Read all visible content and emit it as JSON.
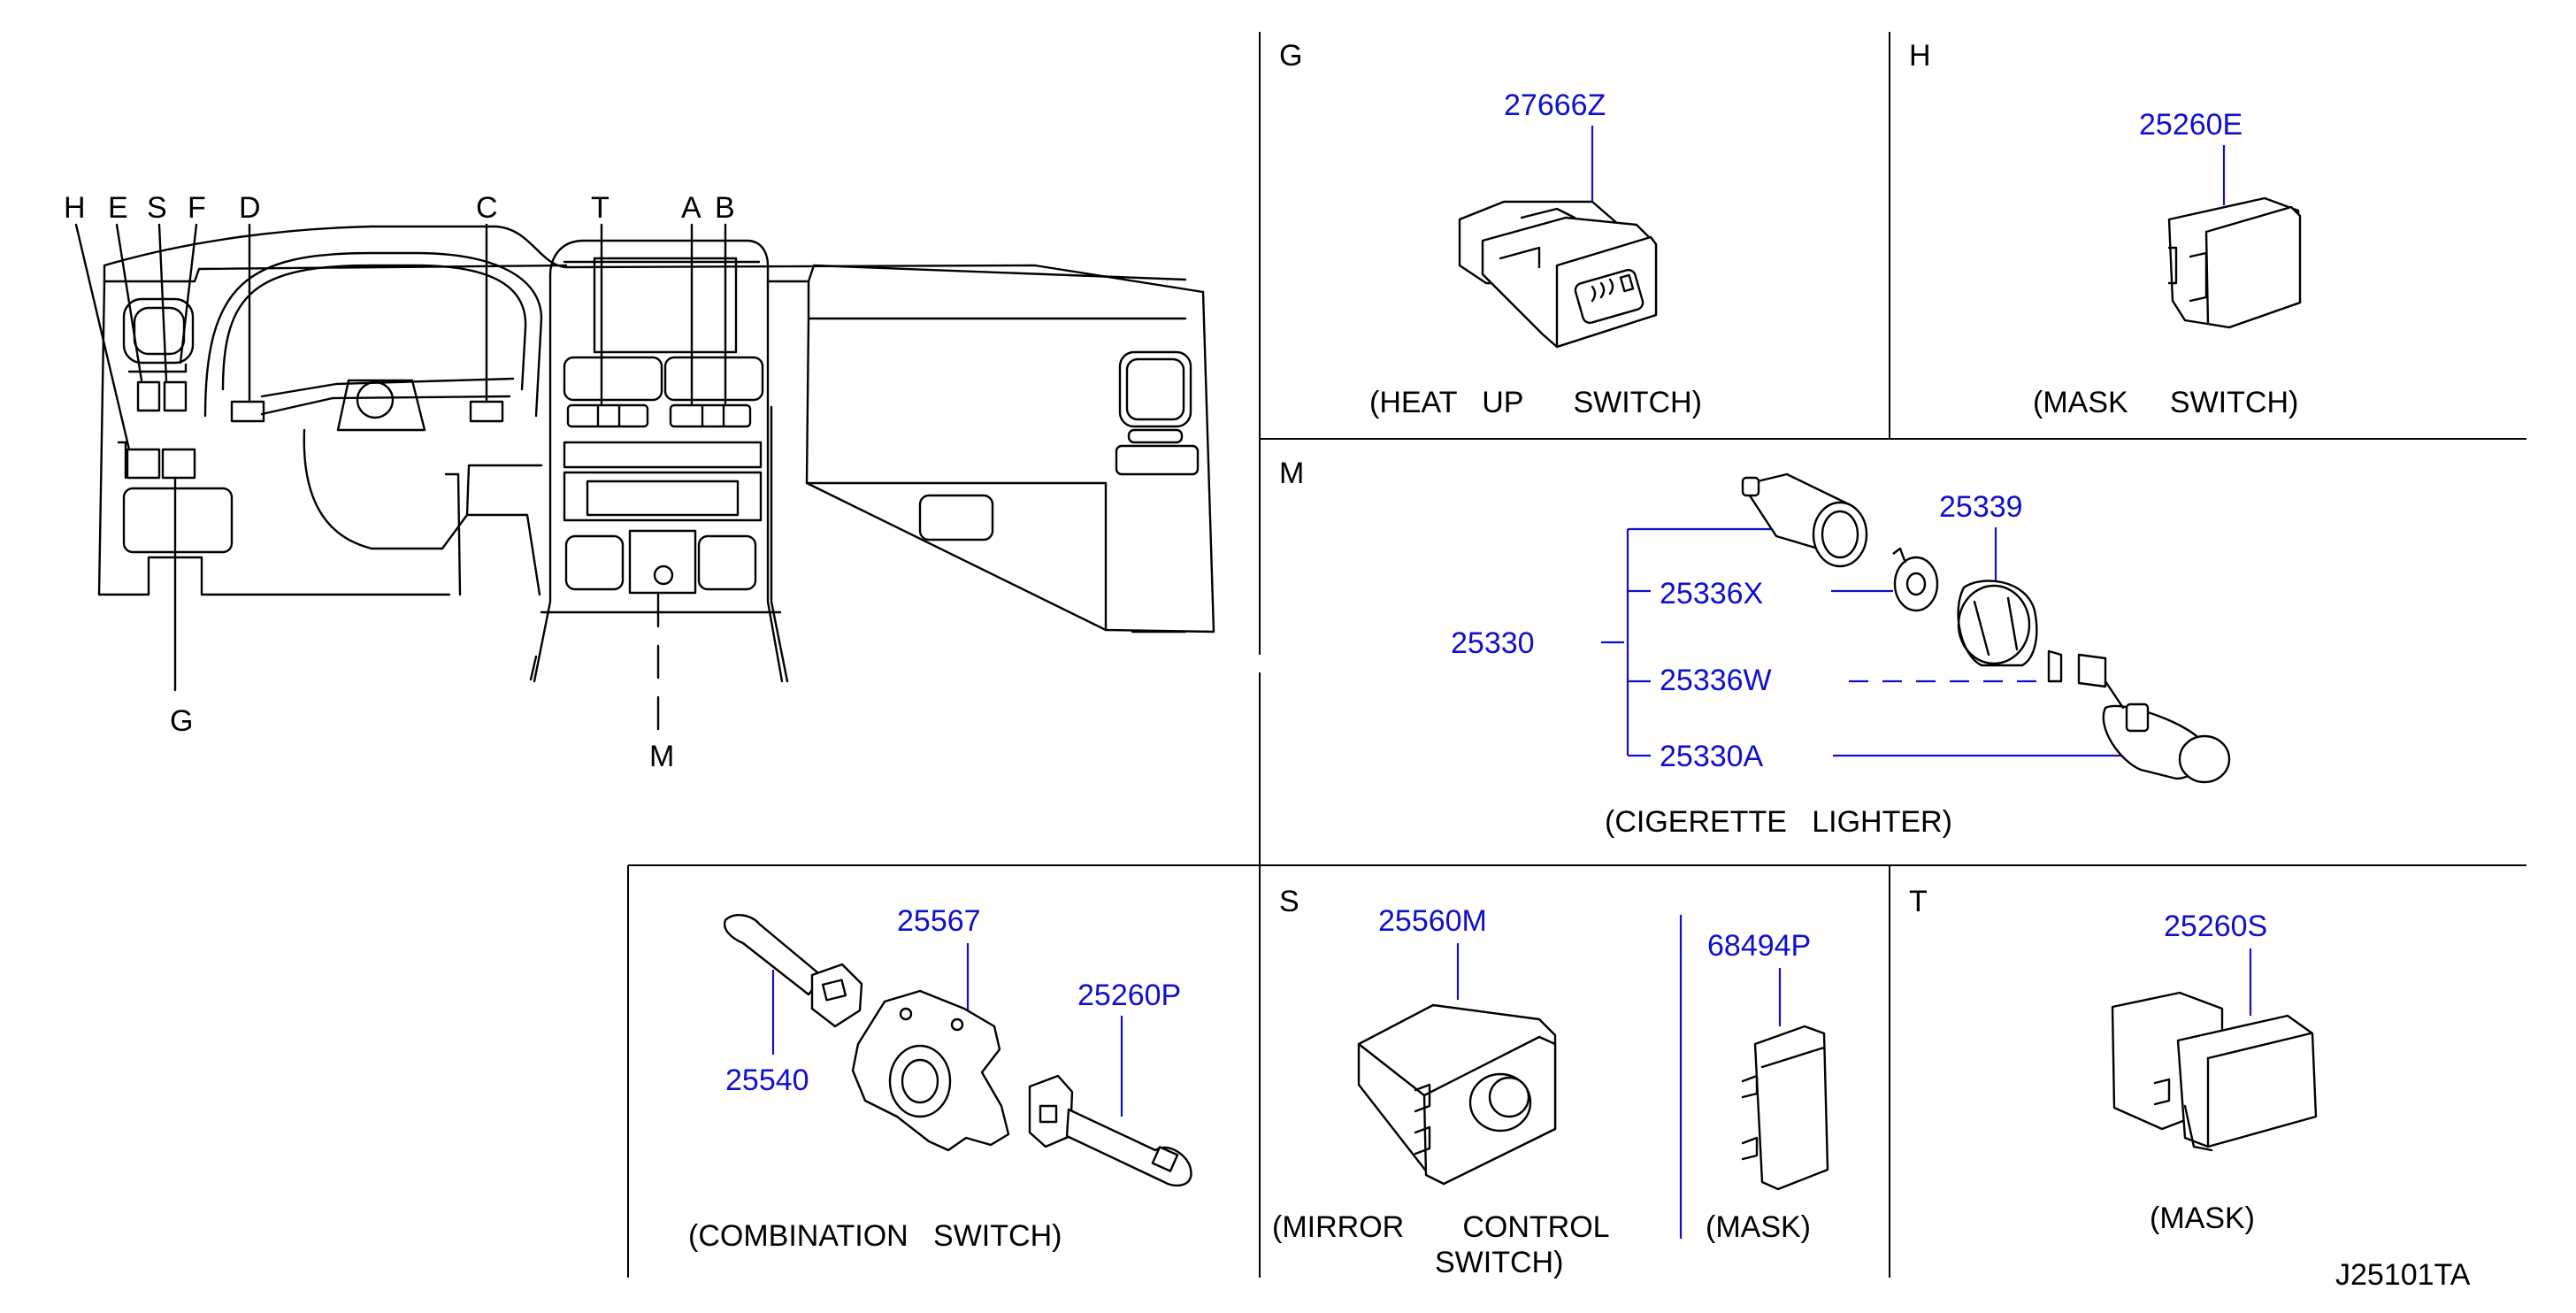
{
  "overview": {
    "letters": [
      "H",
      "E",
      "S",
      "F",
      "D",
      "C",
      "T",
      "A",
      "B"
    ],
    "g_label": "G",
    "m_label": "M"
  },
  "panels": {
    "G": {
      "letter": "G",
      "part": "27666Z",
      "caption": "(HEAT   UP      SWITCH)"
    },
    "H": {
      "letter": "H",
      "part": "25260E",
      "caption": "(MASK     SWITCH)"
    },
    "M": {
      "letter": "M",
      "parts": {
        "main": "25330",
        "p1": "25339",
        "p2": "25336X",
        "p3": "25336W",
        "p4": "25330A"
      },
      "caption": "(CIGERETTE   LIGHTER)"
    },
    "combination": {
      "parts": {
        "p1": "25567",
        "p2": "25260P",
        "p3": "25540"
      },
      "caption": "(COMBINATION   SWITCH)"
    },
    "S": {
      "letter": "S",
      "parts": {
        "p1": "25560M",
        "p2": "68494P"
      },
      "caption_line1": "(MIRROR       CONTROL",
      "caption_line2": "SWITCH)",
      "caption_mask": "(MASK)"
    },
    "T": {
      "letter": "T",
      "part": "25260S",
      "caption": "(MASK)"
    }
  },
  "diagram_code": "J25101TA"
}
